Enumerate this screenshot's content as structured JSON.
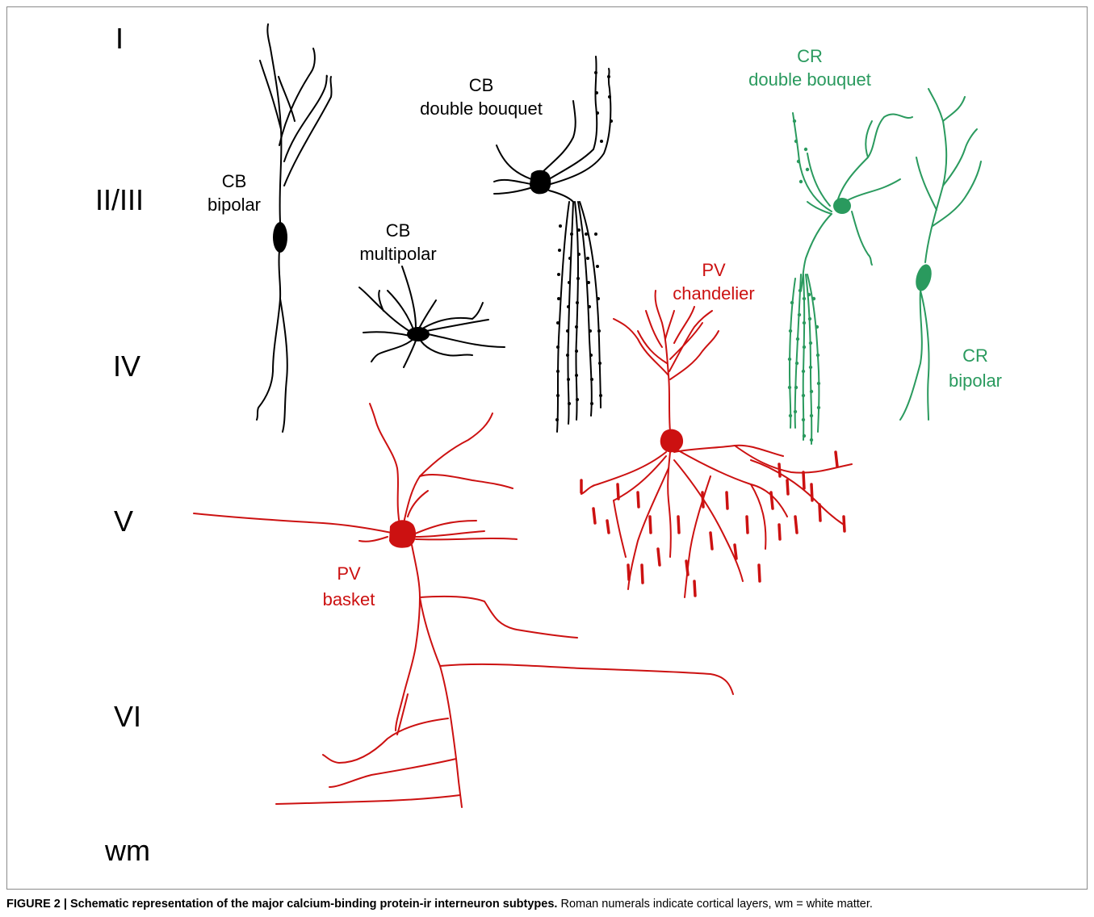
{
  "layers": [
    "I",
    "II/III",
    "IV",
    "V",
    "VI",
    "wm"
  ],
  "neurons": [
    {
      "key": "cb_bipolar",
      "line1": "CB",
      "line2": "bipolar",
      "color": "#000000"
    },
    {
      "key": "cb_multipolar",
      "line1": "CB",
      "line2": "multipolar",
      "color": "#000000"
    },
    {
      "key": "cb_double_bouquet",
      "line1": "CB",
      "line2": "double bouquet",
      "color": "#000000"
    },
    {
      "key": "cr_double_bouquet",
      "line1": "CR",
      "line2": "double bouquet",
      "color": "#2a9a5e"
    },
    {
      "key": "cr_bipolar",
      "line1": "CR",
      "line2": "bipolar",
      "color": "#2a9a5e"
    },
    {
      "key": "pv_chandelier",
      "line1": "PV",
      "line2": "chandelier",
      "color": "#cc1111"
    },
    {
      "key": "pv_basket",
      "line1": "PV",
      "line2": "basket",
      "color": "#cc1111"
    }
  ],
  "caption": {
    "bold": "FIGURE 2 | Schematic representation of the major calcium-binding protein-ir interneuron subtypes.",
    "text": " Roman numerals indicate cortical layers, wm = white matter."
  }
}
